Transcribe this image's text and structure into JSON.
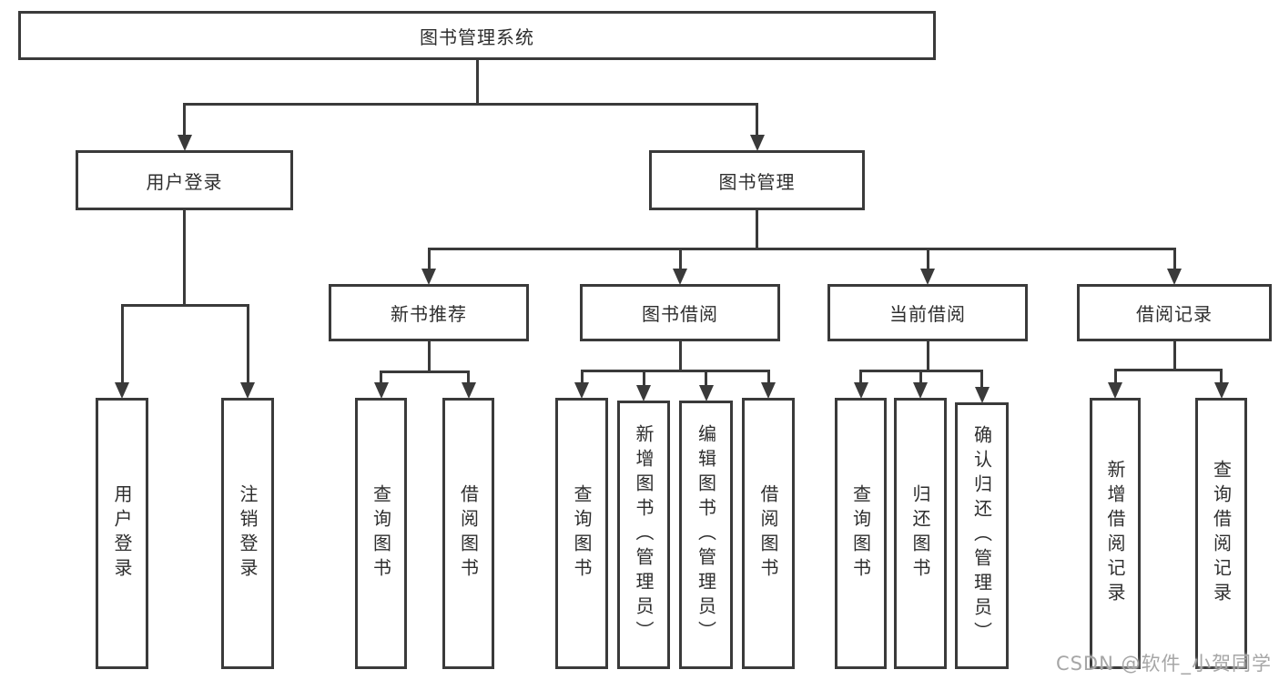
{
  "diagram": {
    "nodes": {
      "root": "图书管理系统",
      "login_grp": "用户登录",
      "book_mgmt": "图书管理",
      "new_books": "新书推荐",
      "book_borrow": "图书借阅",
      "current_borrow": "当前借阅",
      "borrow_records": "借阅记录",
      "user_login": "用户登录",
      "logout": "注销登录",
      "nb_query": "查询图书",
      "nb_borrow": "借阅图书",
      "bb_query": "查询图书",
      "bb_add": "新增图书（管理员）",
      "bb_edit": "编辑图书（管理员）",
      "bb_borrow": "借阅图书",
      "cb_query": "查询图书",
      "cb_return": "归还图书",
      "cb_confirm": "确认归还（管理员）",
      "br_add": "新增借阅记录",
      "br_query": "查询借阅记录"
    },
    "colors": {
      "line": "#3a3a3a",
      "text": "#2e2e2e",
      "watermark": "#a6a6a6",
      "background": "#ffffff"
    },
    "watermark": "CSDN @软件_小贺同学"
  }
}
